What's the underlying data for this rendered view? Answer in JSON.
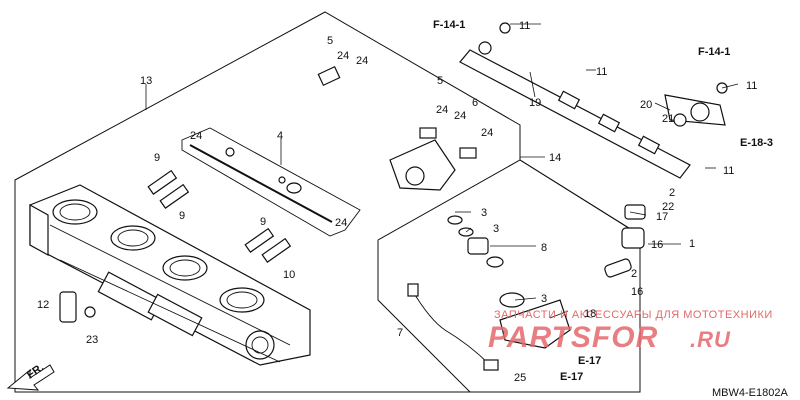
{
  "diagram_code": "MBW4-E1802A",
  "watermark": {
    "top": "ЗАПЧАСТИ И АКСЕССУАРЫ ДЛЯ МОТОТЕХНИКИ",
    "brand_main": "PARTSFOR",
    "brand_tld": ".RU"
  },
  "direction_label": "FR.",
  "refs": {
    "f14_top": "F-14-1",
    "f14_right": "F-14-1",
    "e18_3": "E-18-3",
    "e17_a": "E-17",
    "e17_b": "E-17"
  },
  "callouts": {
    "c1": "1",
    "c2a": "2",
    "c2b": "2",
    "c3a": "3",
    "c3b": "3",
    "c3c": "3",
    "c4": "4",
    "c5a": "5",
    "c5b": "5",
    "c6": "6",
    "c7": "7",
    "c8": "8",
    "c9a": "9",
    "c9b": "9",
    "c9c": "9",
    "c10": "10",
    "c11a": "11",
    "c11b": "11",
    "c11c": "11",
    "c11d": "11",
    "c12": "12",
    "c13": "13",
    "c14": "14",
    "c16a": "16",
    "c16b": "16",
    "c17": "17",
    "c18": "18",
    "c19": "19",
    "c20": "20",
    "c21": "21",
    "c22": "22",
    "c23": "23",
    "c24a": "24",
    "c24b": "24",
    "c24c": "24",
    "c24d": "24",
    "c24e": "24",
    "c24f": "24",
    "c24g": "24",
    "c25": "25"
  }
}
